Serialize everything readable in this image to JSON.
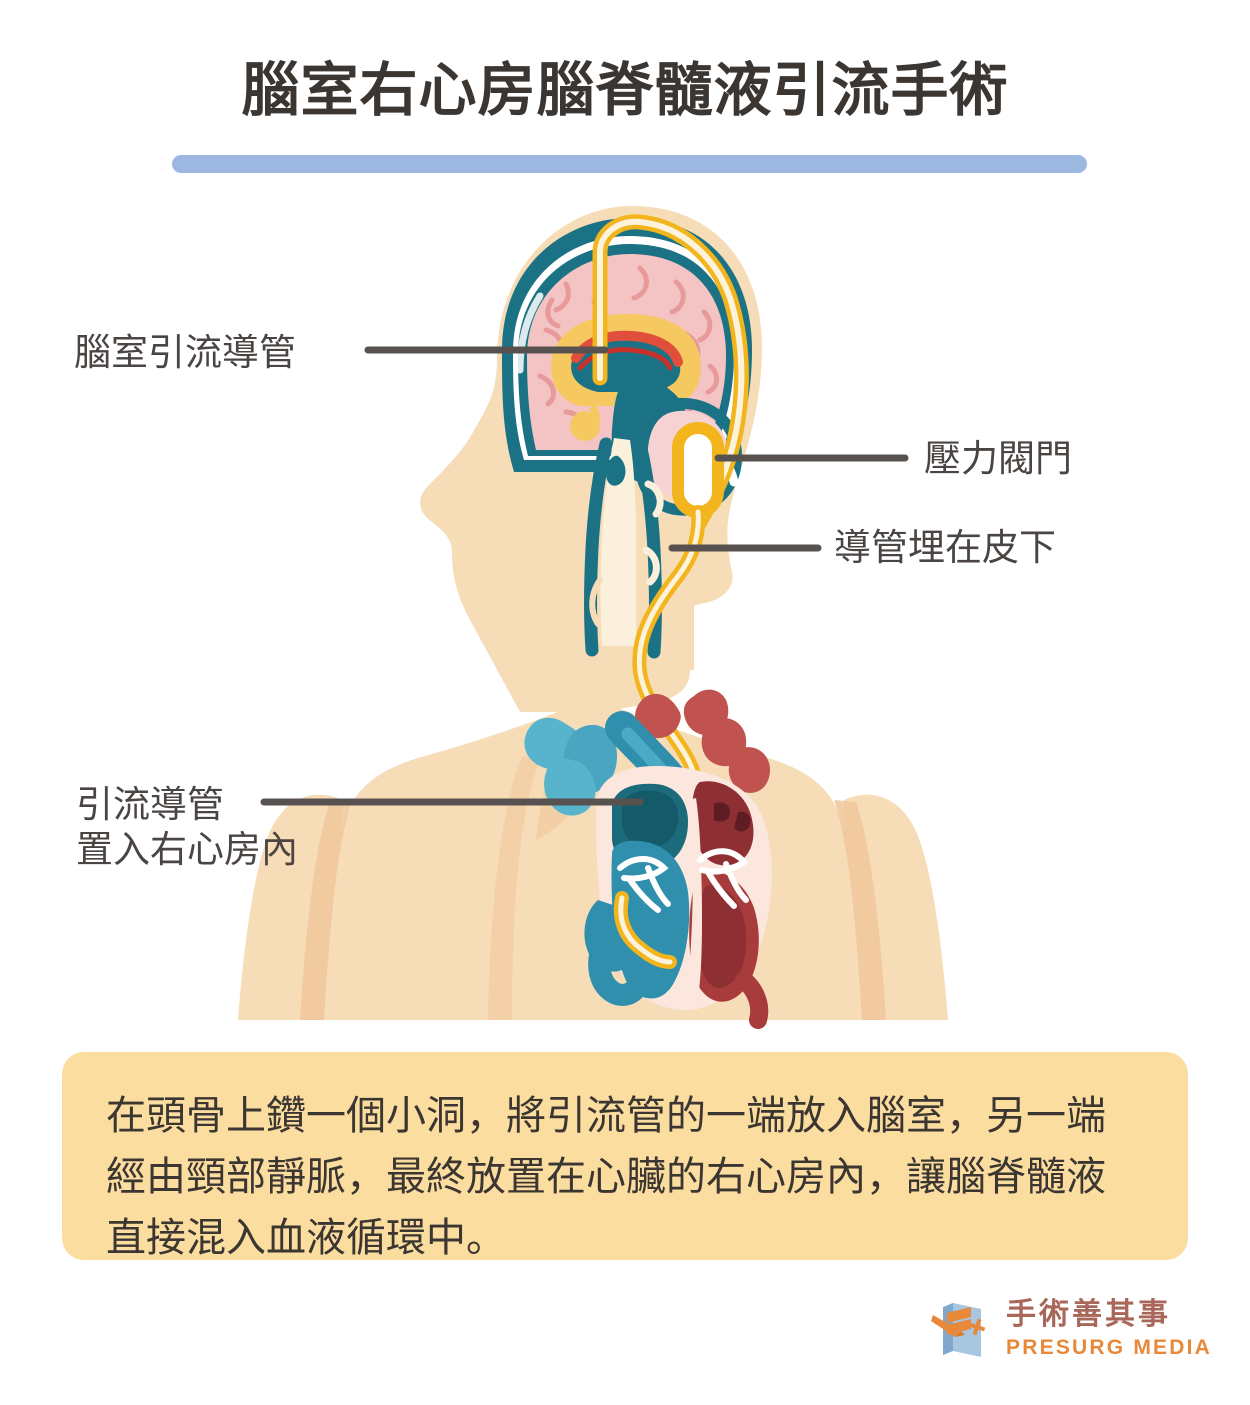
{
  "title": "腦室右心房腦脊髓液引流手術",
  "accent_colors": {
    "title_rule": "#9cb8e0",
    "leader_line": "#57524f",
    "skin": "#f7dcb8",
    "skin_shadow": "#f0c79a",
    "skull_teal": "#1b7285",
    "brain_pink": "#f4c3c3",
    "gyri_pink": "#e89a9a",
    "ventricle_yellow": "#f5c95f",
    "catheter_yellow": "#f2b51e",
    "catheter_core": "#fdf3dc",
    "heart_red": "#c0534f",
    "heart_dark_red": "#8e2f34",
    "heart_blue": "#2f8fad",
    "heart_light_blue": "#57b4cc",
    "heart_cream": "#fbe7dd",
    "callout_box_bg": "#fbdda0",
    "text_dark": "#3b3632",
    "logo_cn": "#a9675a",
    "logo_en": "#e8893a"
  },
  "labels": {
    "ventricular_catheter": "腦室引流導管",
    "pressure_valve": "壓力閥門",
    "subcutaneous_tube": "導管埋在皮下",
    "atrium_catheter_line1": "引流導管",
    "atrium_catheter_line2": "置入右心房內"
  },
  "description": "在頭骨上鑽一個小洞，將引流管的一端放入腦室，另一端經由頸部靜脈，最終放置在心臟的右心房內，讓腦脊髓液直接混入血液循環中。",
  "logo": {
    "chinese": "手術善其事",
    "english": "PRESURG MEDIA",
    "icon": "book-scalpel-cross-icon"
  }
}
